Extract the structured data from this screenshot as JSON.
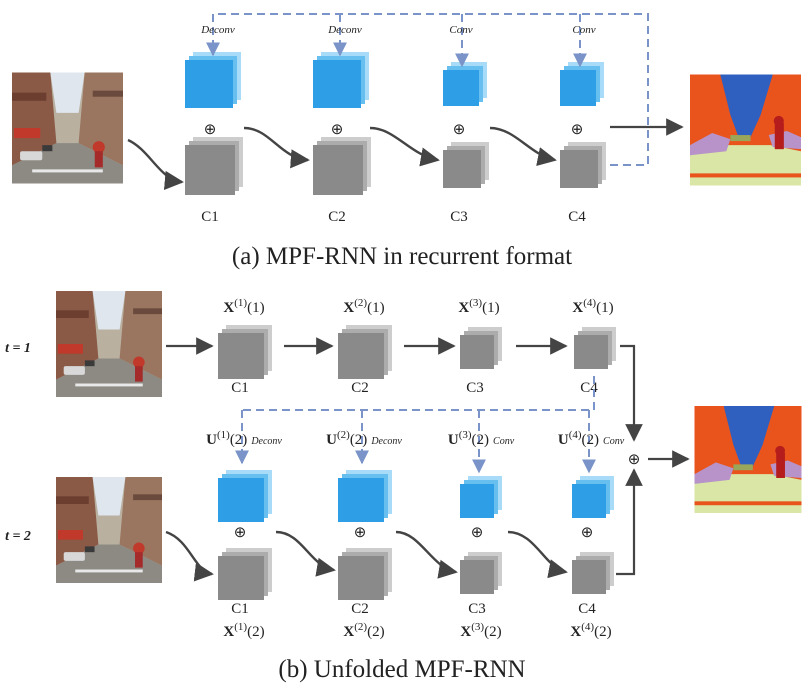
{
  "colors": {
    "blue_face": "#2e9fe6",
    "blue_mid": "#67bff0",
    "blue_back": "#a7dbf7",
    "gray_face": "#8a8a8a",
    "gray_mid": "#acacac",
    "gray_back": "#cdcdcd",
    "arrow": "#444444",
    "dashed": "#7a93c9"
  },
  "top": {
    "caption": "(a)  MPF-RNN in recurrent format",
    "stage_labels": [
      "C1",
      "C2",
      "C3",
      "C4"
    ],
    "op_labels": [
      "Deconv",
      "Deconv",
      "Conv",
      "Conv"
    ],
    "plus": "⊕"
  },
  "bottom": {
    "caption": "(b)  Unfolded MPF-RNN",
    "t1_label": "t = 1",
    "t2_label": "t = 2",
    "row1_stage_labels": [
      "C1",
      "C2",
      "C3",
      "C4"
    ],
    "row2_stage_labels": [
      "C1",
      "C2",
      "C3",
      "C4"
    ],
    "row1_x": [
      {
        "base": "X",
        "sup": "(1)",
        "arg": "(1)"
      },
      {
        "base": "X",
        "sup": "(2)",
        "arg": "(1)"
      },
      {
        "base": "X",
        "sup": "(3)",
        "arg": "(1)"
      },
      {
        "base": "X",
        "sup": "(4)",
        "arg": "(1)"
      }
    ],
    "u_labels": [
      {
        "base": "U",
        "sup": "(1)",
        "arg": "(2)",
        "op": "Deconv"
      },
      {
        "base": "U",
        "sup": "(2)",
        "arg": "(2)",
        "op": "Deconv"
      },
      {
        "base": "U",
        "sup": "(3)",
        "arg": "(2)",
        "op": "Conv"
      },
      {
        "base": "U",
        "sup": "(4)",
        "arg": "(2)",
        "op": "Conv"
      }
    ],
    "row2_x": [
      {
        "base": "X",
        "sup": "(1)",
        "arg": "(2)"
      },
      {
        "base": "X",
        "sup": "(2)",
        "arg": "(2)"
      },
      {
        "base": "X",
        "sup": "(3)",
        "arg": "(2)"
      },
      {
        "base": "X",
        "sup": "(4)",
        "arg": "(2)"
      }
    ],
    "plus": "⊕"
  }
}
